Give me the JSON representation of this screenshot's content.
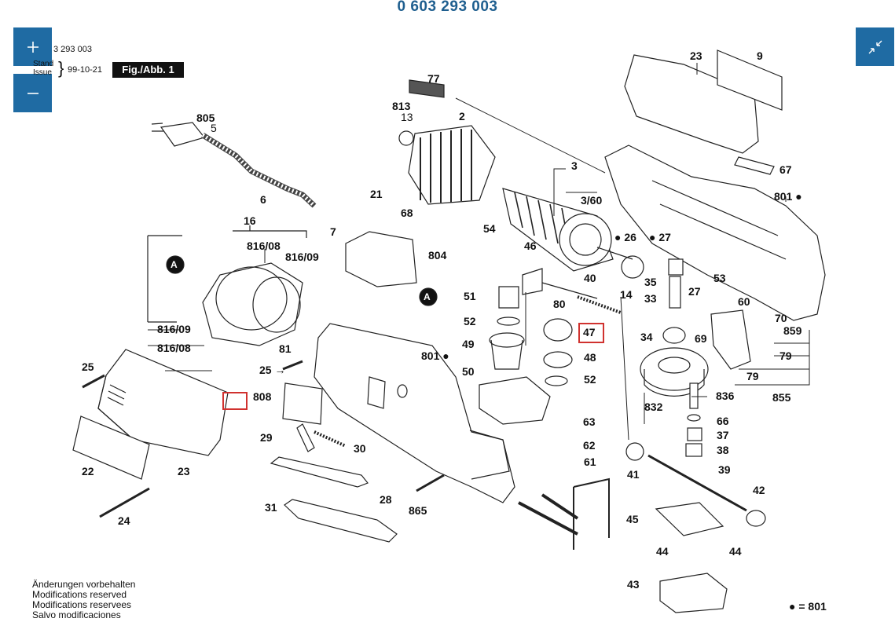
{
  "header": {
    "title": "0 603 293 003",
    "ref_partial": "3 293 003",
    "stand_label": "Stand",
    "issue_label": "Issue",
    "date": "99-10-21",
    "fig_label": "Fig./Abb. 1"
  },
  "controls": {
    "zoom_in": "+",
    "zoom_out": "—",
    "collapse": "collapse"
  },
  "footer": {
    "lines": [
      "Änderungen vorbehalten",
      "Modifications reserved",
      "Modifications reservees",
      "Salvo modificaciones"
    ]
  },
  "legend": "● = 801",
  "labels": {
    "p77": "77",
    "p813": "813",
    "p13": "13",
    "p2": "2",
    "p23a": "23",
    "p9": "9",
    "p67": "67",
    "p805": "805",
    "p5": "5",
    "p6": "6",
    "p21": "21",
    "p68": "68",
    "p7": "7",
    "p3": "3",
    "p360": "3/60",
    "p54": "54",
    "p801a": "801",
    "p16": "16",
    "p816_08a": "816/08",
    "p816_09a": "816/09",
    "p804": "804",
    "p26": "26",
    "p27a": "27",
    "p46": "46",
    "p40": "40",
    "p35": "35",
    "p53": "53",
    "p14": "14",
    "p33": "33",
    "p27b": "27",
    "p51": "51",
    "p80": "80",
    "p60": "60",
    "p52a": "52",
    "p47": "47",
    "p70": "70",
    "p859": "859",
    "p816_09b": "816/09",
    "p34": "34",
    "p69": "69",
    "p79a": "79",
    "p816_08b": "816/08",
    "p81": "81",
    "p49": "49",
    "p48": "48",
    "p79b": "79",
    "p25a": "25",
    "p25b": "25",
    "p801b": "801",
    "p50": "50",
    "p52b": "52",
    "p832": "832",
    "p836": "836",
    "p855": "855",
    "p808": "808",
    "p63": "63",
    "p66": "66",
    "p37": "37",
    "p22": "22",
    "p23b": "23",
    "p29": "29",
    "p30": "30",
    "p62": "62",
    "p38": "38",
    "p41": "41",
    "p39": "39",
    "p61": "61",
    "p24": "24",
    "p31": "31",
    "p28": "28",
    "p865": "865",
    "p42": "42",
    "p45": "45",
    "p44a": "44",
    "p44b": "44",
    "p43": "43",
    "circleA": "A"
  },
  "highlight": {
    "color": "#d0322f",
    "items": [
      "47",
      "empty-box"
    ]
  }
}
